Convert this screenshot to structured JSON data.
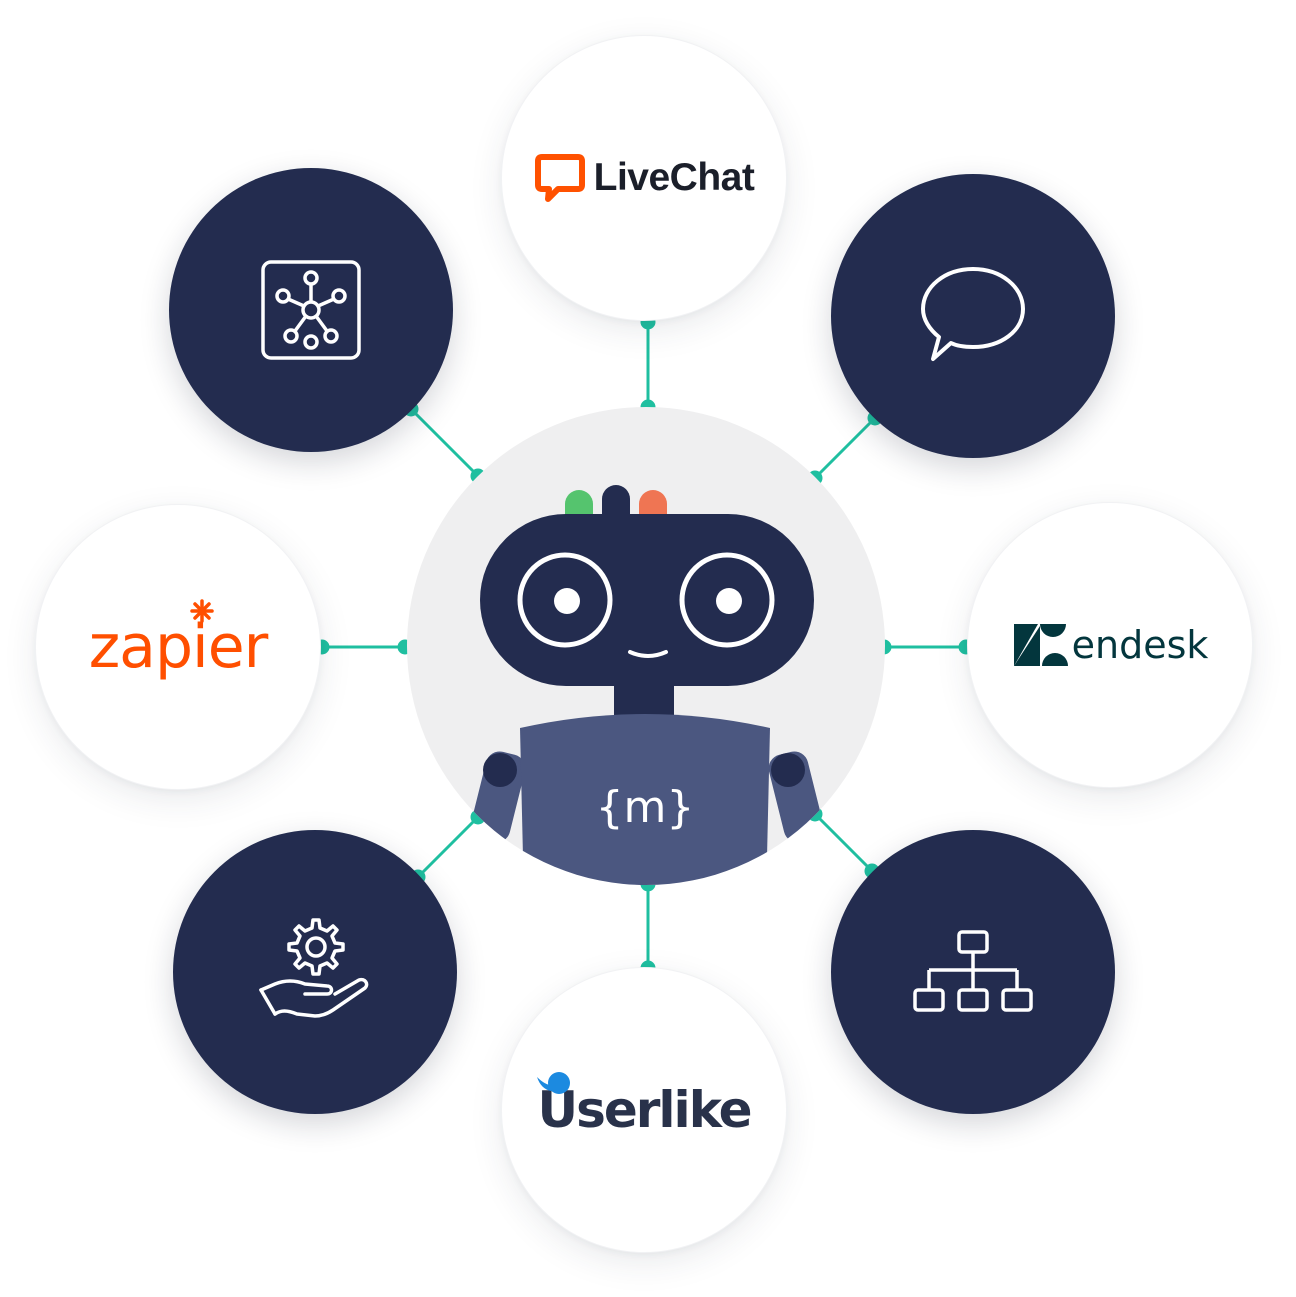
{
  "center": {
    "name": "bot-mascot",
    "chest_logo": "{m}"
  },
  "nodes": [
    {
      "id": "livechat",
      "kind": "light",
      "label": "LiveChat",
      "icon": "livechat-logo-icon",
      "brand_color": "#ff5100"
    },
    {
      "id": "zapier",
      "kind": "light",
      "label": "zapier",
      "icon": "zapier-logo-icon",
      "brand_color": "#ff4f00"
    },
    {
      "id": "zendesk",
      "kind": "light",
      "label": "endesk",
      "icon": "zendesk-logo-icon",
      "brand_color": "#03363d"
    },
    {
      "id": "userlike",
      "kind": "light",
      "label": "Userlike",
      "icon": "userlike-logo-icon",
      "brand_color": "#29324a"
    },
    {
      "id": "hub",
      "kind": "dark",
      "icon": "network-hub-icon"
    },
    {
      "id": "chat",
      "kind": "dark",
      "icon": "speech-bubble-icon"
    },
    {
      "id": "service",
      "kind": "dark",
      "icon": "hand-gear-icon"
    },
    {
      "id": "hierarchy",
      "kind": "dark",
      "icon": "org-chart-icon"
    }
  ],
  "colors": {
    "navy": "#232c4f",
    "connector": "#1fbfa0",
    "center_bg": "#efeff0",
    "bot_body": "#4b5780",
    "led_green": "#55c46e",
    "led_orange": "#ef7553"
  }
}
